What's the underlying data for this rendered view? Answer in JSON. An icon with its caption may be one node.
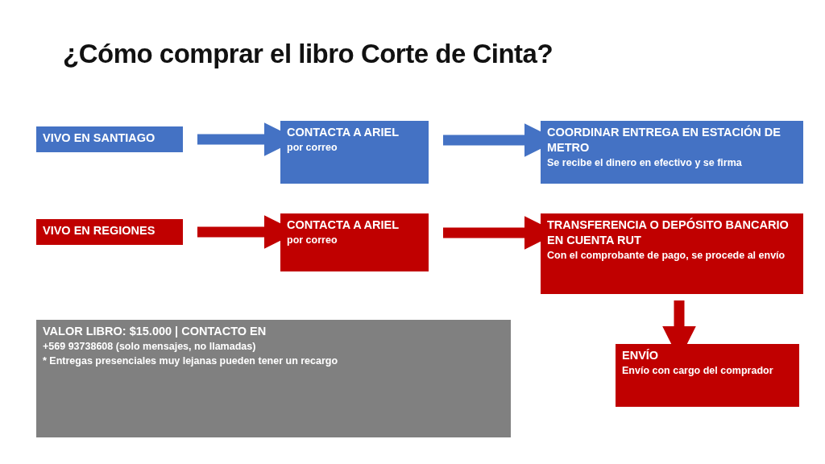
{
  "diagram": {
    "title": "¿Cómo comprar el libro Corte de Cinta?",
    "nodes": [
      {
        "text": [
          "VIVO EN SANTIAGO"
        ]
      },
      {
        "text": [
          "CONTACTA A ARIEL",
          "por correo"
        ]
      },
      {
        "text": [
          "COORDINAR ENTREGA EN ESTACIÓN DE METRO",
          "Se recibe el dinero en efectivo y se firma"
        ]
      },
      {
        "text": [
          "VIVO EN REGIONES"
        ]
      },
      {
        "text": [
          "CONTACTA A ARIEL",
          "por correo"
        ]
      },
      {
        "text": [
          "TRANSFERENCIA O DEPÓSITO BANCARIO EN CUENTA RUT",
          "Con el comprobante de pago, se procede al envío"
        ]
      },
      {
        "text": [
          "ENVÍO",
          "Envío con cargo del comprador"
        ]
      },
      {
        "text": [
          "VALOR LIBRO: $15.000 | CONTACTO EN",
          "+569 93738608 (solo mensajes, no llamadas)",
          "* Entregas presenciales muy lejanas pueden tener un recargo"
        ]
      }
    ],
    "edges": [
      {
        "from": 0,
        "to": 1,
        "arrow": "to",
        "color": "#4472c4"
      },
      {
        "from": 1,
        "to": 2,
        "arrow": "to",
        "color": "#4472c4"
      },
      {
        "from": 3,
        "to": 4,
        "arrow": "to"
      },
      {
        "from": 4,
        "to": 5,
        "arrow": "to"
      },
      {
        "from": 5,
        "to": 6,
        "arrow": "to"
      }
    ]
  }
}
